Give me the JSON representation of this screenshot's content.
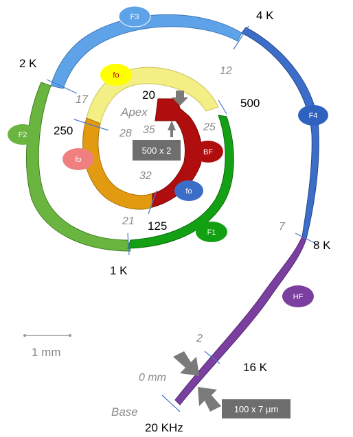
{
  "frequency_labels": {
    "f4k": "4 K",
    "f2k": "2 K",
    "f500": "500",
    "f250": "250",
    "f20": "20",
    "f125": "125",
    "f1k": "1 K",
    "f8k": "8 K",
    "f16k": "16 K",
    "f20khz": "20 KHz"
  },
  "distance_labels": {
    "d12": "12",
    "d17": "17",
    "d28": "28",
    "d35": "35",
    "d25": "25",
    "d32": "32",
    "d21": "21",
    "d7": "7",
    "d2": "2",
    "d0": "0 mm"
  },
  "region_badges": {
    "f3": "F3",
    "f4": "F4",
    "f2": "F2",
    "f1": "F1",
    "hf": "HF",
    "bf": "BF",
    "fo_yellow": "fo",
    "fo_pink": "fo",
    "fo_blue": "fo"
  },
  "annotations": {
    "apex": "Apex",
    "base": "Base",
    "apex_size": "500 x 2",
    "base_size": "100 x 7 µm",
    "scale_bar": "1 mm"
  },
  "colors": {
    "hf_band": "#7b3fa0",
    "f4_band": "#3c6ec9",
    "f3_band": "#5ea3e8",
    "f2_band": "#6ab53f",
    "f1_band": "#14a014",
    "fo_yellow_band": "#f3ef84",
    "fo_orange_band": "#e29a10",
    "bf_band": "#b00e0e",
    "gray_box": "#6e6e6e"
  }
}
